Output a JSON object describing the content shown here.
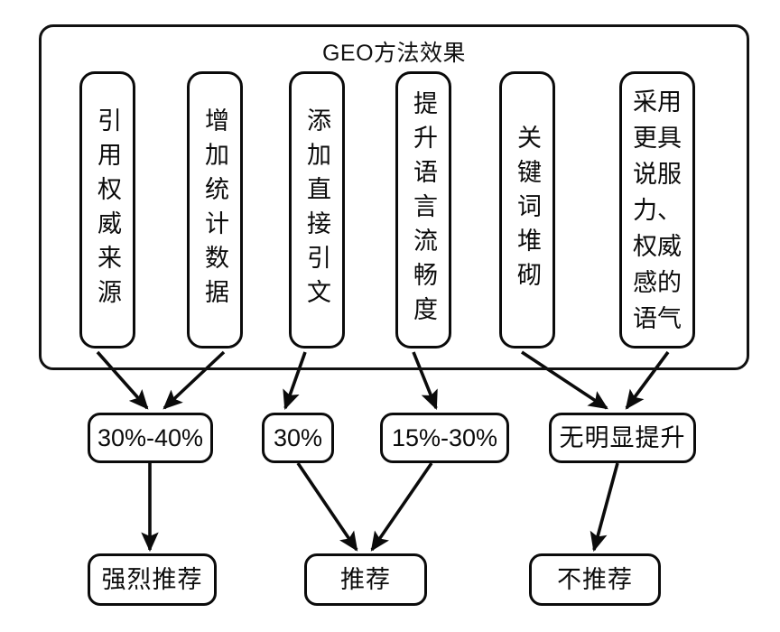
{
  "diagram": {
    "title": "GEO方法效果",
    "methods": [
      {
        "id": "m1",
        "label": "引用权威来源"
      },
      {
        "id": "m2",
        "label": "增加统计数据"
      },
      {
        "id": "m3",
        "label": "添加直接引文"
      },
      {
        "id": "m4",
        "label": "提升语言流畅度"
      },
      {
        "id": "m5",
        "label": "关键词堆砌"
      },
      {
        "id": "m6",
        "label": "采用更具说服力、权威感的语气"
      }
    ],
    "results": [
      {
        "id": "r1",
        "label": "30%-40%"
      },
      {
        "id": "r2",
        "label": "30%"
      },
      {
        "id": "r3",
        "label": "15%-30%"
      },
      {
        "id": "r4",
        "label": "无明显提升"
      }
    ],
    "recommendations": [
      {
        "id": "c1",
        "label": "强烈推荐"
      },
      {
        "id": "c2",
        "label": "推荐"
      },
      {
        "id": "c3",
        "label": "不推荐"
      }
    ],
    "edges": [
      {
        "from": "m1",
        "to": "r1"
      },
      {
        "from": "m2",
        "to": "r1"
      },
      {
        "from": "m3",
        "to": "r2"
      },
      {
        "from": "m4",
        "to": "r3"
      },
      {
        "from": "m5",
        "to": "r4"
      },
      {
        "from": "m6",
        "to": "r4"
      },
      {
        "from": "r1",
        "to": "c1"
      },
      {
        "from": "r2",
        "to": "c2"
      },
      {
        "from": "r3",
        "to": "c2"
      },
      {
        "from": "r4",
        "to": "c3"
      }
    ],
    "colors": {
      "stroke": "#0b0b0b",
      "background": "#ffffff",
      "text": "#111111"
    }
  }
}
